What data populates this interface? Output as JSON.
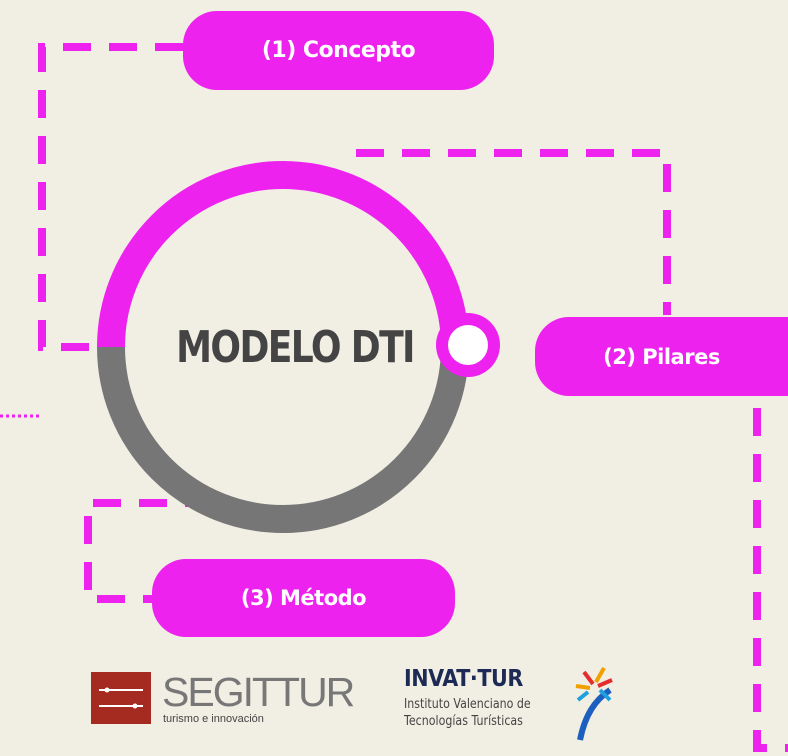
{
  "diagram": {
    "center_title": "MODELO DTI",
    "nodes": [
      {
        "label": "(1) Concepto"
      },
      {
        "label": "(2) Pilares"
      },
      {
        "label": "(3) Método"
      }
    ]
  },
  "logos": {
    "segittur": {
      "name": "SEGITTUR",
      "tagline": "turismo e innovación"
    },
    "invattur": {
      "name": "INVAT·TUR",
      "line1": "Instituto Valenciano de",
      "line2": "Tecnologías Turísticas"
    }
  },
  "colors": {
    "accent": "#ee22ee",
    "ring_gray": "#767676",
    "background": "#f1eee3",
    "title_text": "#444444"
  }
}
